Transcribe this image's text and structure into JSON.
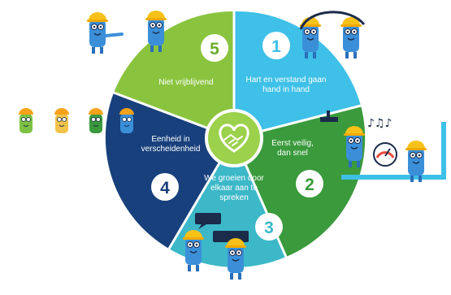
{
  "colors": {
    "green": "#8ac43f",
    "light_blue": "#3ec0e8",
    "dark_green": "#3a9a3c",
    "teal": "#3cb8c8",
    "navy": "#18407c",
    "center_green": "#9bd14b",
    "character_blue": "#3b8fd9",
    "helmet_yellow": "#f6c21a"
  },
  "segments": [
    {
      "number": "1",
      "line1": "Hart en verstand gaan",
      "line2": "hand in hand",
      "line3": "",
      "color": "light_blue"
    },
    {
      "number": "2",
      "line1": "Eerst veilig,",
      "line2": "dan snel",
      "line3": "",
      "color": "dark_green"
    },
    {
      "number": "3",
      "line1": "We groeien door",
      "line2": "elkaar aan te",
      "line3": "spreken",
      "color": "teal"
    },
    {
      "number": "4",
      "line1": "Eenheid in",
      "line2": "verscheidenheid",
      "line3": "",
      "color": "navy"
    },
    {
      "number": "5",
      "line1": "Niet vrijblijvend",
      "line2": "",
      "line3": "",
      "color": "green"
    }
  ],
  "center_icon": "heart-handshake-icon",
  "decor_icons": [
    "music-notes-icon",
    "pressure-gauge-icon",
    "speech-bubble-icon",
    "water-pipe-icon",
    "helmet-mascot-icon"
  ]
}
